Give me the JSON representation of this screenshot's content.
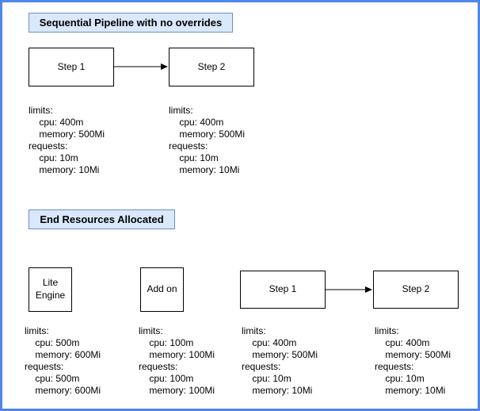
{
  "colors": {
    "page_border": "#5086e8",
    "title_bg": "#dae8fc",
    "title_border": "#6c8ebf",
    "node_bg": "#ffffff",
    "node_border": "#000000"
  },
  "pipeline_section": {
    "title": "Sequential Pipeline with no overrides",
    "step1_label": "Step 1",
    "step2_label": "Step 2",
    "step1_resources": "limits:\n    cpu: 400m\n    memory: 500Mi\nrequests:\n    cpu: 10m\n    memory: 10Mi",
    "step2_resources": "limits:\n    cpu: 400m\n    memory: 500Mi\nrequests:\n    cpu: 10m\n    memory: 10Mi"
  },
  "end_resources_section": {
    "title": "End Resources Allocated",
    "lite_engine_label": "Lite Engine",
    "addon_label": "Add on",
    "step1_label": "Step 1",
    "step2_label": "Step 2",
    "lite_engine_resources": "limits:\n    cpu: 500m\n    memory: 600Mi\nrequests:\n    cpu: 500m\n    memory: 600Mi",
    "addon_resources": "limits:\n    cpu: 100m\n    memory: 100Mi\nrequests:\n    cpu: 100m\n    memory: 100Mi",
    "step1_resources": "limits:\n    cpu: 400m\n    memory: 500Mi\nrequests:\n    cpu: 10m\n    memory: 10Mi",
    "step2_resources": "limits:\n    cpu: 400m\n    memory: 500Mi\nrequests:\n    cpu: 10m\n    memory: 10Mi"
  }
}
